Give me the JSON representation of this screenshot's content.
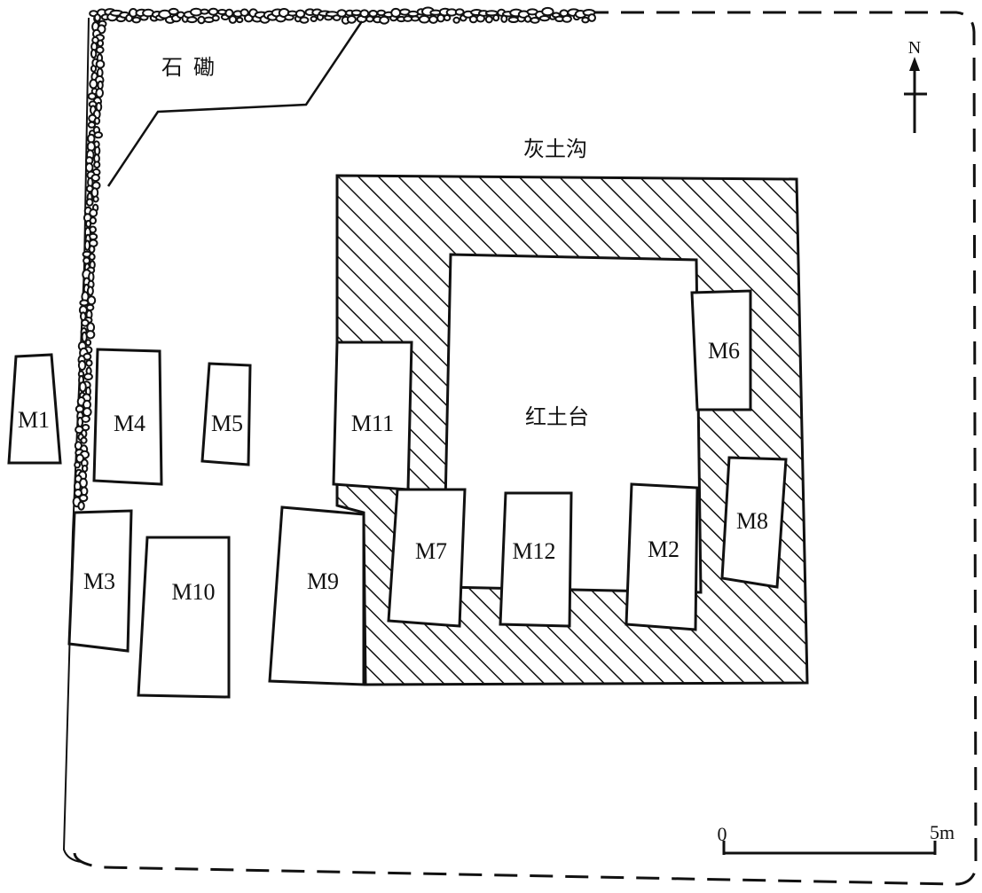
{
  "labels": {
    "stone_embankment": "石  磡",
    "ash_ditch": "灰土沟",
    "red_platform": "红土台",
    "north": "N"
  },
  "scale_bar": {
    "start": "0",
    "end": "5m"
  },
  "tombs": [
    {
      "id": "M1",
      "label": "M1"
    },
    {
      "id": "M2",
      "label": "M2"
    },
    {
      "id": "M3",
      "label": "M3"
    },
    {
      "id": "M4",
      "label": "M4"
    },
    {
      "id": "M5",
      "label": "M5"
    },
    {
      "id": "M6",
      "label": "M6"
    },
    {
      "id": "M7",
      "label": "M7"
    },
    {
      "id": "M8",
      "label": "M8"
    },
    {
      "id": "M9",
      "label": "M9"
    },
    {
      "id": "M10",
      "label": "M10"
    },
    {
      "id": "M11",
      "label": "M11"
    },
    {
      "id": "M12",
      "label": "M12"
    }
  ],
  "colors": {
    "ink": "#111111",
    "background": "#ffffff"
  }
}
